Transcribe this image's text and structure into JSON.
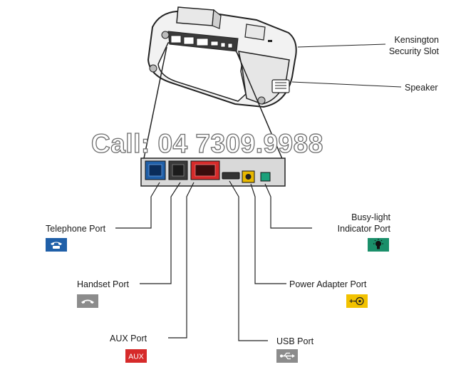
{
  "labels": {
    "kensington": [
      "Kensington",
      "Security Slot"
    ],
    "speaker": "Speaker",
    "telephone": "Telephone Port",
    "handset": "Handset Port",
    "aux": "AUX Port",
    "usb": "USB Port",
    "power": "Power Adapter Port",
    "busylight": [
      "Busy-light",
      "Indicator Port"
    ]
  },
  "watermark": "Call: 04 7309.9988",
  "icons": {
    "telephone": {
      "name": "telephone-icon",
      "color": "#1f5fa8"
    },
    "handset": {
      "name": "handset-icon",
      "color": "#8c8c8c"
    },
    "aux": {
      "name": "aux-icon",
      "text": "AUX",
      "color": "#d62a2a"
    },
    "usb": {
      "name": "usb-icon",
      "color": "#8c8c8c"
    },
    "power": {
      "name": "power-icon",
      "color": "#f2c200"
    },
    "busylight": {
      "name": "bulb-icon",
      "color": "#1a8f6a"
    }
  },
  "ports": {
    "telephone": "#1f5fa8",
    "handset": "#3a3a3a",
    "aux": "#d62a2a",
    "usb": "#333333",
    "power": "#e8b800",
    "busylight": "#1aa07a"
  }
}
